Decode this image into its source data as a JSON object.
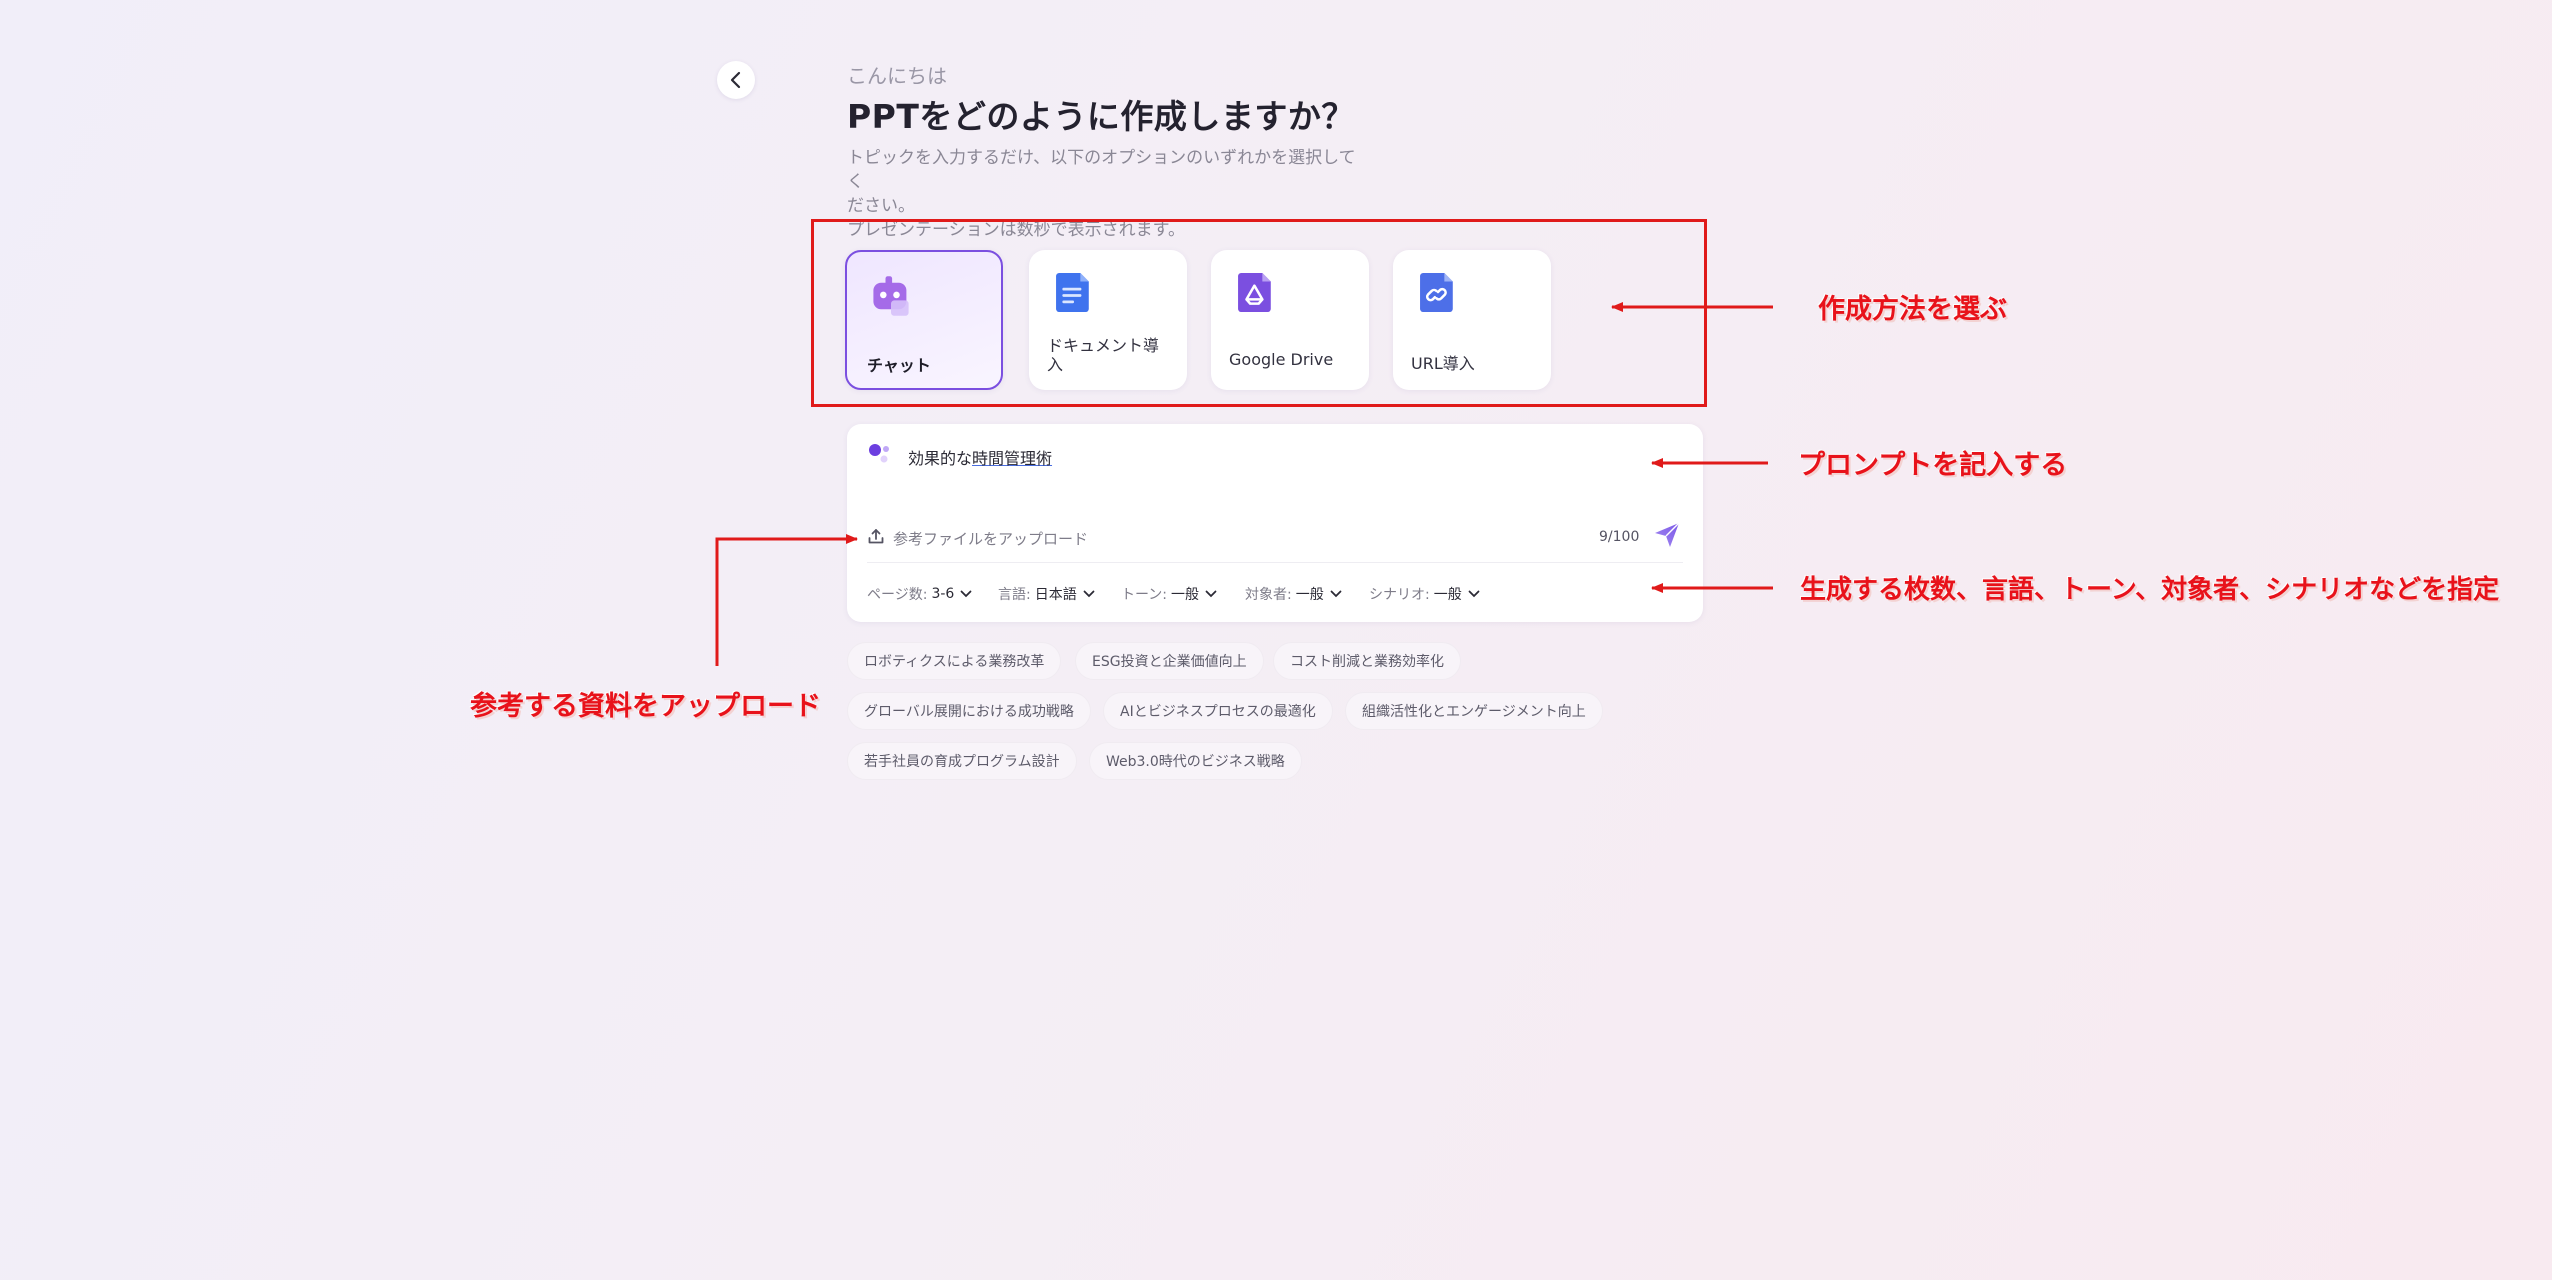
{
  "header": {
    "greeting": "こんにちは",
    "title": "PPTをどのように作成しますか？",
    "subtitle_line1": "トピックを入力するだけ、以下のオプションのいずれかを選択してく",
    "subtitle_line2": "ださい。",
    "subtitle_line3": "プレゼンテーションは数秒で表示されます。"
  },
  "methods": [
    {
      "label": "チャット",
      "icon": "robot-icon",
      "selected": true
    },
    {
      "label": "ドキュメント導入",
      "label_line1": "ドキュメント導",
      "label_line2": "入",
      "icon": "document-icon"
    },
    {
      "label": "Google Drive",
      "icon": "google-drive-icon"
    },
    {
      "label": "URL導入",
      "icon": "link-icon"
    }
  ],
  "prompt": {
    "text_plain": "効果的な",
    "text_underlined": "時間管理術",
    "upload_label": "参考ファイルをアップロード",
    "counter": "9/100"
  },
  "options": [
    {
      "label": "ページ数:",
      "value": "3-6"
    },
    {
      "label": "言語:",
      "value": "日本語"
    },
    {
      "label": "トーン:",
      "value": "一般"
    },
    {
      "label": "対象者:",
      "value": "一般"
    },
    {
      "label": "シナリオ:",
      "value": "一般"
    }
  ],
  "suggestions": [
    "ロボティクスによる業務改革",
    "ESG投資と企業価値向上",
    "コスト削減と業務効率化",
    "グローバル展開における成功戦略",
    "AIとビジネスプロセスの最適化",
    "組織活性化とエンゲージメント向上",
    "若手社員の育成プログラム設計",
    "Web3.0時代のビジネス戦略"
  ],
  "annotations": {
    "method": "作成方法を選ぶ",
    "prompt": "プロンプトを記入する",
    "options": "生成する枚数、言語、トーン、対象者、シナリオなどを指定",
    "upload": "参考する資料をアップロード"
  },
  "colors": {
    "accent": "#7b4fe0",
    "annotation_red": "#e01a1a"
  }
}
